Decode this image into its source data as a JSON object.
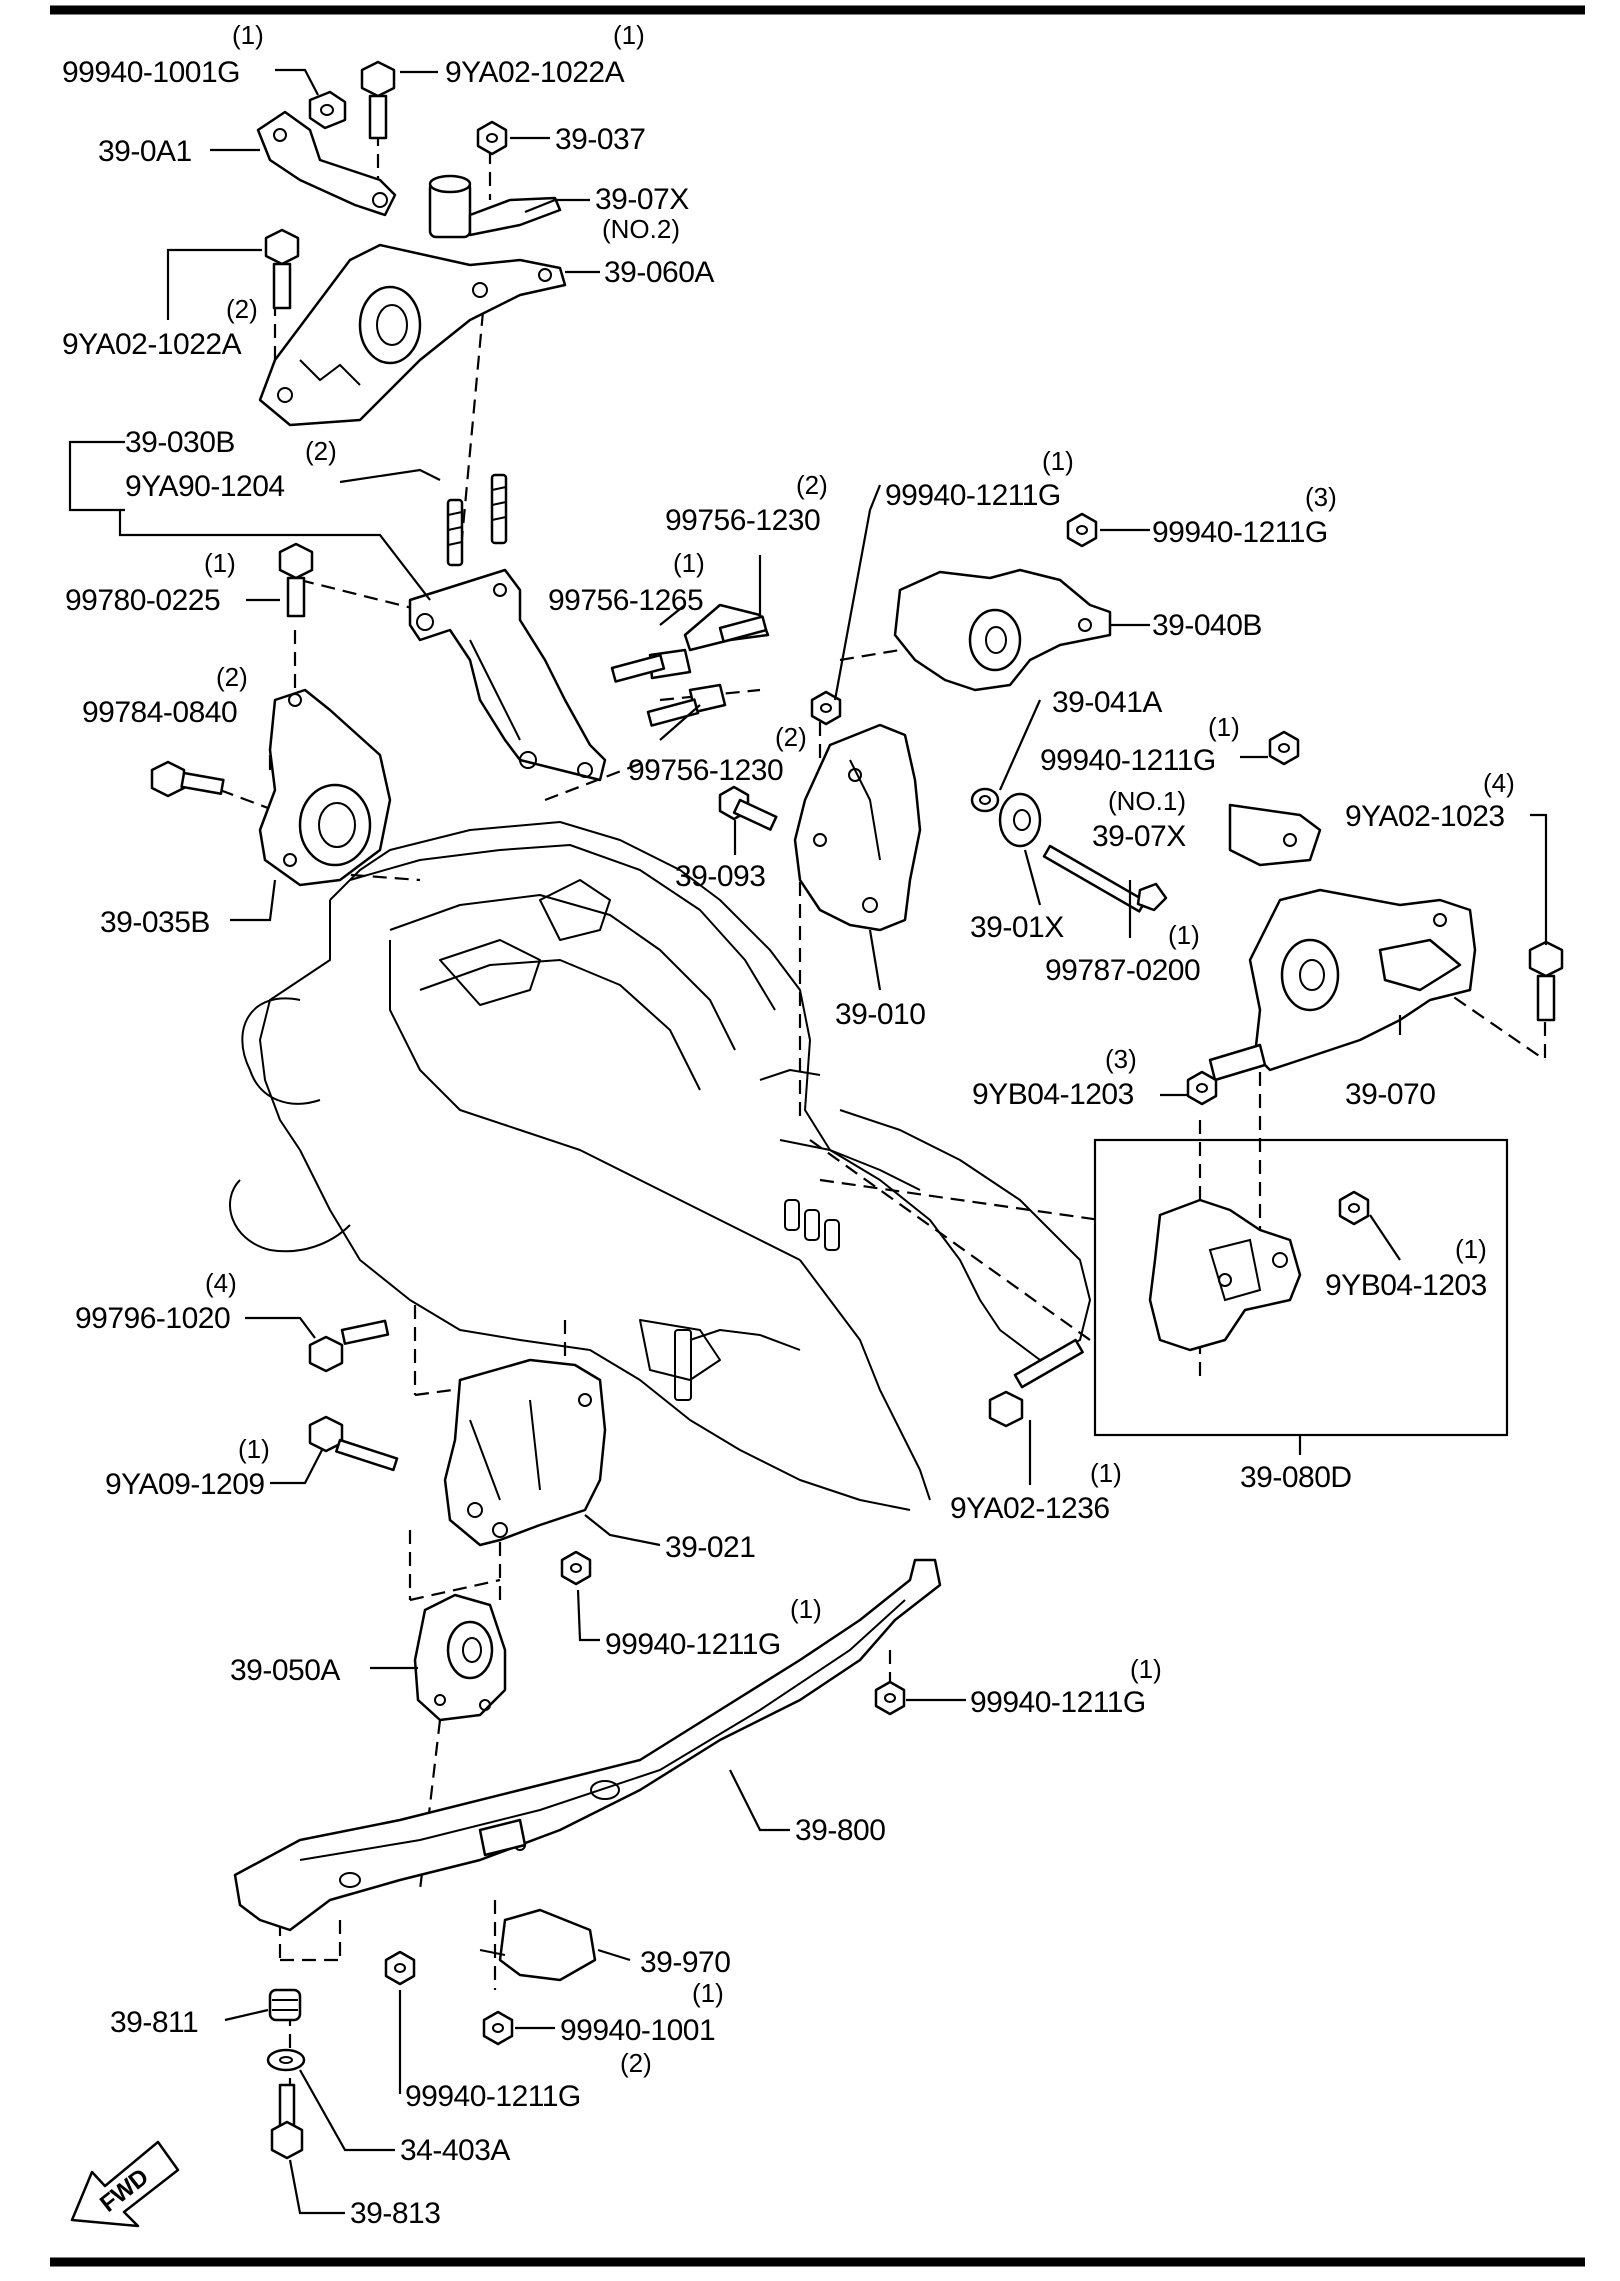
{
  "diagram": {
    "fwd_label": "FWD",
    "callouts": [
      {
        "id": "c01",
        "part": "99940-1001G",
        "qty": "(1)"
      },
      {
        "id": "c02",
        "part": "9YA02-1022A",
        "qty": "(1)"
      },
      {
        "id": "c03",
        "part": "39-0A1",
        "qty": ""
      },
      {
        "id": "c04",
        "part": "39-037",
        "qty": ""
      },
      {
        "id": "c05",
        "part": "39-07X",
        "qty": "(NO.2)"
      },
      {
        "id": "c06",
        "part": "39-060A",
        "qty": ""
      },
      {
        "id": "c07",
        "part": "9YA02-1022A",
        "qty": "(2)"
      },
      {
        "id": "c08",
        "part": "39-030B",
        "qty": ""
      },
      {
        "id": "c09",
        "part": "9YA90-1204",
        "qty": "(2)"
      },
      {
        "id": "c10",
        "part": "99780-0225",
        "qty": "(1)"
      },
      {
        "id": "c11",
        "part": "99756-1230",
        "qty": "(2)"
      },
      {
        "id": "c12",
        "part": "99756-1265",
        "qty": "(1)"
      },
      {
        "id": "c13",
        "part": "99940-1211G",
        "qty": "(1)"
      },
      {
        "id": "c14",
        "part": "99940-1211G",
        "qty": "(3)"
      },
      {
        "id": "c15",
        "part": "39-040B",
        "qty": ""
      },
      {
        "id": "c16",
        "part": "99784-0840",
        "qty": "(2)"
      },
      {
        "id": "c17",
        "part": "39-041A",
        "qty": ""
      },
      {
        "id": "c18",
        "part": "99940-1211G",
        "qty": "(1)"
      },
      {
        "id": "c19",
        "part": "99756-1230",
        "qty": "(2)"
      },
      {
        "id": "c20",
        "part": "39-07X",
        "qty": "(NO.1)"
      },
      {
        "id": "c21",
        "part": "9YA02-1023",
        "qty": "(4)"
      },
      {
        "id": "c22",
        "part": "39-093",
        "qty": ""
      },
      {
        "id": "c23",
        "part": "39-035B",
        "qty": ""
      },
      {
        "id": "c24",
        "part": "39-01X",
        "qty": ""
      },
      {
        "id": "c25",
        "part": "99787-0200",
        "qty": "(1)"
      },
      {
        "id": "c26",
        "part": "39-010",
        "qty": ""
      },
      {
        "id": "c27",
        "part": "9YB04-1203",
        "qty": "(3)"
      },
      {
        "id": "c28",
        "part": "39-070",
        "qty": ""
      },
      {
        "id": "c29",
        "part": "9YB04-1203",
        "qty": "(1)"
      },
      {
        "id": "c30",
        "part": "99796-1020",
        "qty": "(4)"
      },
      {
        "id": "c31",
        "part": "9YA09-1209",
        "qty": "(1)"
      },
      {
        "id": "c32",
        "part": "9YA02-1236",
        "qty": "(1)"
      },
      {
        "id": "c33",
        "part": "39-080D",
        "qty": ""
      },
      {
        "id": "c34",
        "part": "39-021",
        "qty": ""
      },
      {
        "id": "c35",
        "part": "39-050A",
        "qty": ""
      },
      {
        "id": "c36",
        "part": "99940-1211G",
        "qty": "(1)"
      },
      {
        "id": "c37",
        "part": "99940-1211G",
        "qty": "(1)"
      },
      {
        "id": "c38",
        "part": "39-800",
        "qty": ""
      },
      {
        "id": "c39",
        "part": "39-970",
        "qty": ""
      },
      {
        "id": "c40",
        "part": "39-811",
        "qty": ""
      },
      {
        "id": "c41",
        "part": "99940-1001",
        "qty": "(1)"
      },
      {
        "id": "c42",
        "part": "99940-1211G",
        "qty": "(2)"
      },
      {
        "id": "c43",
        "part": "34-403A",
        "qty": ""
      },
      {
        "id": "c44",
        "part": "39-813",
        "qty": ""
      }
    ]
  }
}
